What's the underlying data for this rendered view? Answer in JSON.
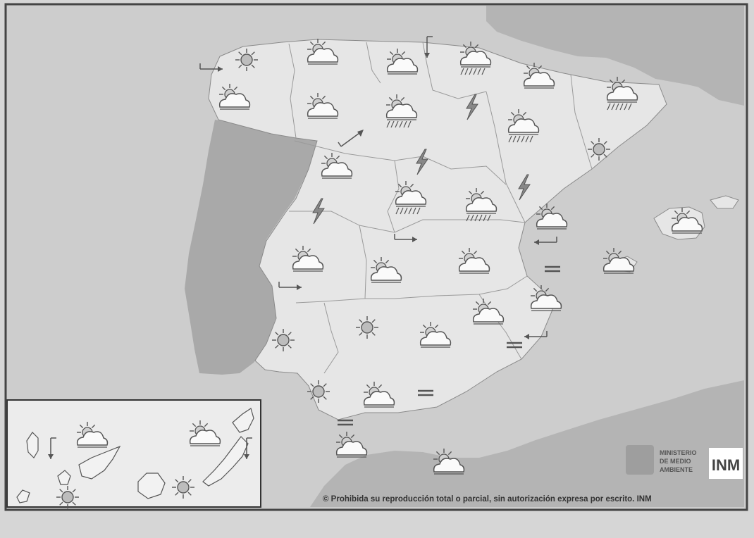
{
  "map": {
    "colors": {
      "sea": "#cdcdcd",
      "land_spain": "#e6e6e6",
      "land_portugal": "#a9a9a9",
      "land_other": "#b4b4b4",
      "border": "#8a8a8a",
      "icon_stroke": "#555555",
      "frame": "#444444",
      "paper": "#d6d6d6"
    },
    "legend": {
      "ministry_line1": "MINISTERIO",
      "ministry_line2": "DE MEDIO",
      "ministry_line3": "AMBIENTE",
      "agency_logo": "INM"
    },
    "copyright": "© Prohibida su reproducción total o parcial, sin autorización expresa por escrito. INM",
    "peninsula_symbols": [
      {
        "id": "galicia-north",
        "type": "sun"
      },
      {
        "id": "galicia-coast",
        "type": "sun-cloud"
      },
      {
        "id": "asturias",
        "type": "sun-cloud"
      },
      {
        "id": "cantabria",
        "type": "sun-cloud"
      },
      {
        "id": "pais-vasco",
        "type": "rain"
      },
      {
        "id": "navarra",
        "type": "sun-cloud"
      },
      {
        "id": "pirineo-catalan",
        "type": "rain"
      },
      {
        "id": "leon",
        "type": "sun-cloud"
      },
      {
        "id": "burgos",
        "type": "rain"
      },
      {
        "id": "rioja",
        "type": "storm"
      },
      {
        "id": "aragon-north",
        "type": "rain"
      },
      {
        "id": "barcelona",
        "type": "sun"
      },
      {
        "id": "salamanca",
        "type": "sun-cloud"
      },
      {
        "id": "guadarrama",
        "type": "storm"
      },
      {
        "id": "madrid",
        "type": "rain"
      },
      {
        "id": "teruel-storm",
        "type": "storm"
      },
      {
        "id": "cuenca",
        "type": "rain"
      },
      {
        "id": "gredos",
        "type": "storm"
      },
      {
        "id": "castellon",
        "type": "sun-cloud"
      },
      {
        "id": "baleares",
        "type": "sun-cloud"
      },
      {
        "id": "extremadura",
        "type": "sun-cloud"
      },
      {
        "id": "toledo",
        "type": "sun-cloud"
      },
      {
        "id": "albacete",
        "type": "sun-cloud"
      },
      {
        "id": "mar-balear",
        "type": "sun-cloud"
      },
      {
        "id": "valencia",
        "type": "sun-cloud"
      },
      {
        "id": "murcia",
        "type": "sun-cloud"
      },
      {
        "id": "huelva",
        "type": "sun"
      },
      {
        "id": "cordoba",
        "type": "sun"
      },
      {
        "id": "jaen",
        "type": "sun-cloud"
      },
      {
        "id": "cadiz",
        "type": "sun"
      },
      {
        "id": "malaga",
        "type": "sun-cloud"
      },
      {
        "id": "estrecho",
        "type": "sun-cloud"
      },
      {
        "id": "alboran",
        "type": "sun-cloud"
      }
    ],
    "fog_marks": [
      "valencia-coast",
      "alicante-coast",
      "granada-coast",
      "gibraltar"
    ],
    "wind_marks": [
      "galicia-wind",
      "pais-vasco-wind",
      "castilla-wind",
      "madrid-wind",
      "valencia-wind",
      "extremadura-wind",
      "alicante-wind"
    ],
    "canarias": {
      "symbols": [
        {
          "id": "la-palma",
          "type": "sun-cloud"
        },
        {
          "id": "tenerife",
          "type": "sun"
        },
        {
          "id": "gran-canaria",
          "type": "sun"
        },
        {
          "id": "lanzarote",
          "type": "sun-cloud"
        }
      ],
      "wind_marks": [
        "tenerife-wind",
        "fuerteventura-wind"
      ]
    }
  }
}
